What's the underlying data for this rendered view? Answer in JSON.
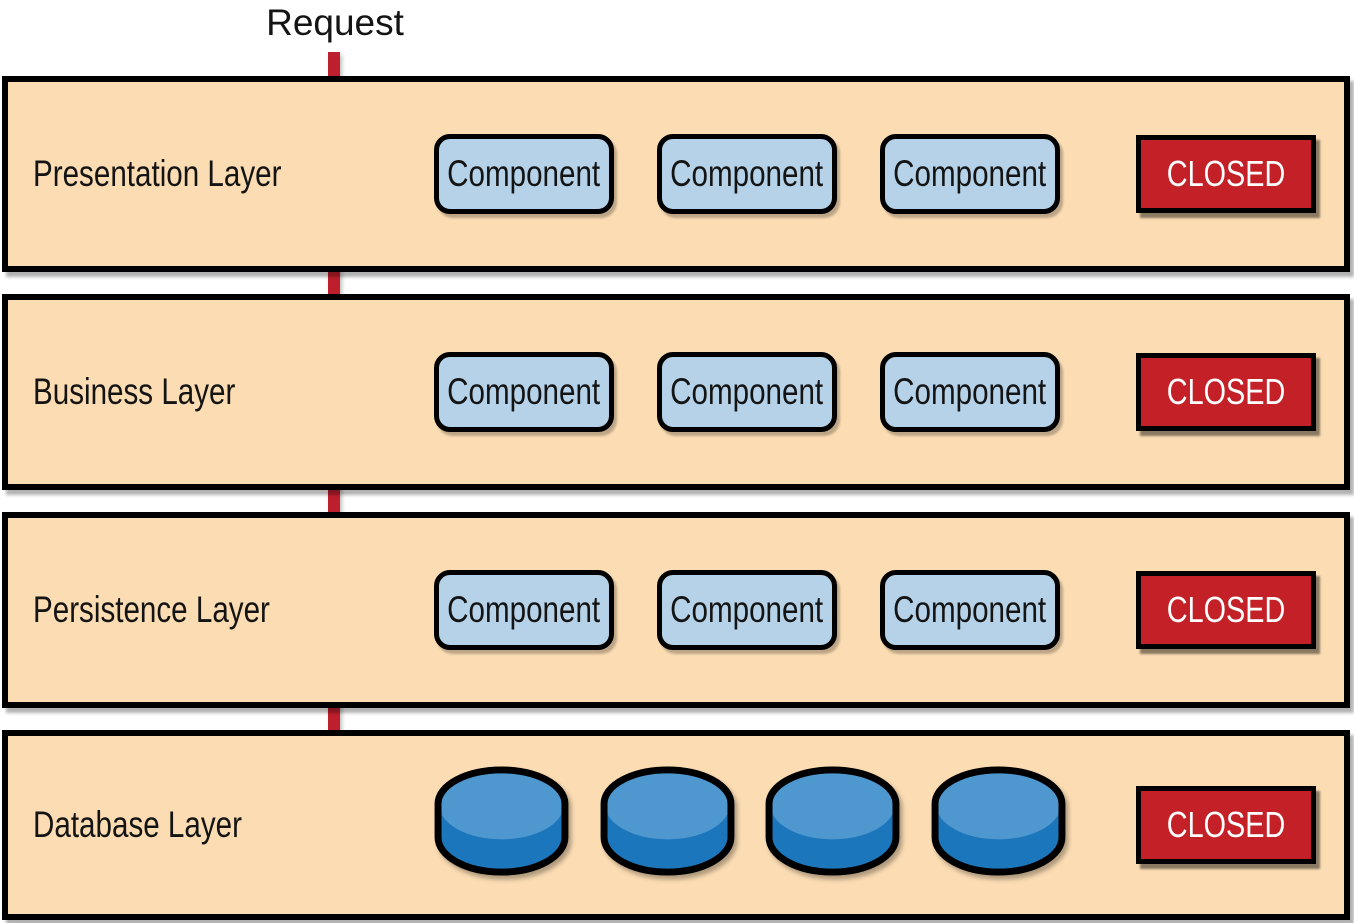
{
  "request_label": "Request",
  "colors": {
    "layer_fill": "#fbdcb3",
    "outline": "#000000",
    "component_fill": "#b5d2e8",
    "closed_fill": "#c32127",
    "closed_text": "#ffffff",
    "arrow_red": "#be1f2d",
    "cylinder_top": "#4e97cf",
    "cylinder_body": "#1c76bc",
    "text_color": "#141414"
  },
  "layers": [
    {
      "label": "Presentation Layer",
      "components": [
        "Component",
        "Component",
        "Component"
      ],
      "status": "CLOSED"
    },
    {
      "label": "Business Layer",
      "components": [
        "Component",
        "Component",
        "Component"
      ],
      "status": "CLOSED"
    },
    {
      "label": "Persistence Layer",
      "components": [
        "Component",
        "Component",
        "Component"
      ],
      "status": "CLOSED"
    },
    {
      "label": "Database Layer",
      "databases": [
        "database",
        "database",
        "database",
        "database"
      ],
      "status": "CLOSED"
    }
  ]
}
